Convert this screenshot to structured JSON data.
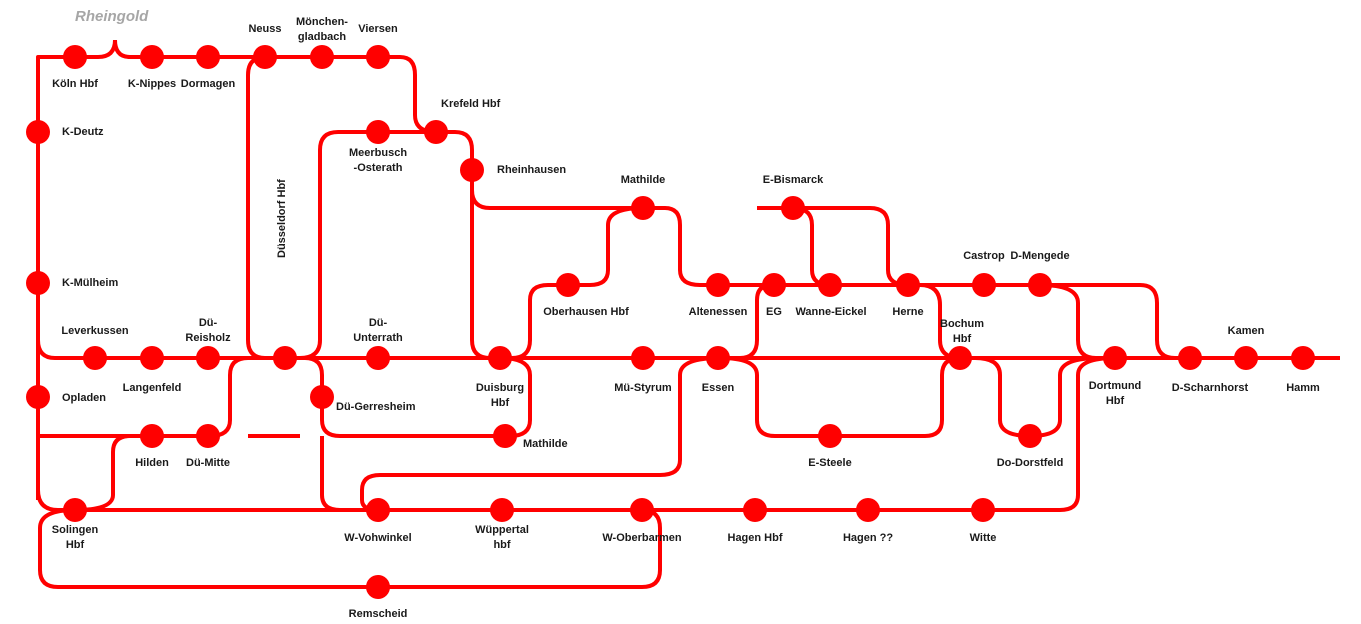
{
  "map_title": "Rheingold",
  "line_color": "#ff0000",
  "stations": {
    "koeln_hbf": "Köln Hbf",
    "k_nippes": "K-Nippes",
    "dormagen": "Dormagen",
    "neuss": "Neuss",
    "moenchengladbach": "Mönchen-\ngladbach",
    "viersen": "Viersen",
    "krefeld_hbf": "Krefeld Hbf",
    "k_deutz": "K-Deutz",
    "meerbusch": "Meerbusch\n-Osterath",
    "rheinhausen": "Rheinhausen",
    "mathilde_top": "Mathilde",
    "e_bismarck": "E-Bismarck",
    "k_muelheim": "K-Mülheim",
    "oberhausen_hbf": "Oberhausen Hbf",
    "altenessen": "Altenessen",
    "eg": "EG",
    "wanne_eickel": "Wanne-Eickel",
    "herne": "Herne",
    "castrop": "Castrop",
    "d_mengede": "D-Mengede",
    "leverkussen": "Leverkussen",
    "langenfeld": "Langenfeld",
    "due_reisholz": "Dü-\nReisholz",
    "duesseldorf_hbf": "Düsseldorf Hbf",
    "due_unterrath": "Dü-\nUnterrath",
    "duisburg_hbf": "Duisburg\nHbf",
    "mue_styrum": "Mü-Styrum",
    "essen": "Essen",
    "bochum_hbf": "Bochum\nHbf",
    "dortmund_hbf": "Dortmund\nHbf",
    "d_scharnhorst": "D-Scharnhorst",
    "kamen": "Kamen",
    "hamm": "Hamm",
    "opladen": "Opladen",
    "due_gerresheim": "Dü-Gerresheim",
    "hilden": "Hilden",
    "due_mitte": "Dü-Mitte",
    "mathilde_bottom": "Mathilde",
    "e_steele": "E-Steele",
    "do_dorstfeld": "Do-Dorstfeld",
    "solingen_hbf": "Solingen\nHbf",
    "w_vohwinkel": "W-Vohwinkel",
    "wuppertal_hbf": "Wüppertal\nhbf",
    "w_oberbarmen": "W-Oberbarmen",
    "hagen_hbf": "Hagen Hbf",
    "hagen_unknown": "Hagen ??",
    "witte": "Witte",
    "remscheid": "Remscheid"
  }
}
